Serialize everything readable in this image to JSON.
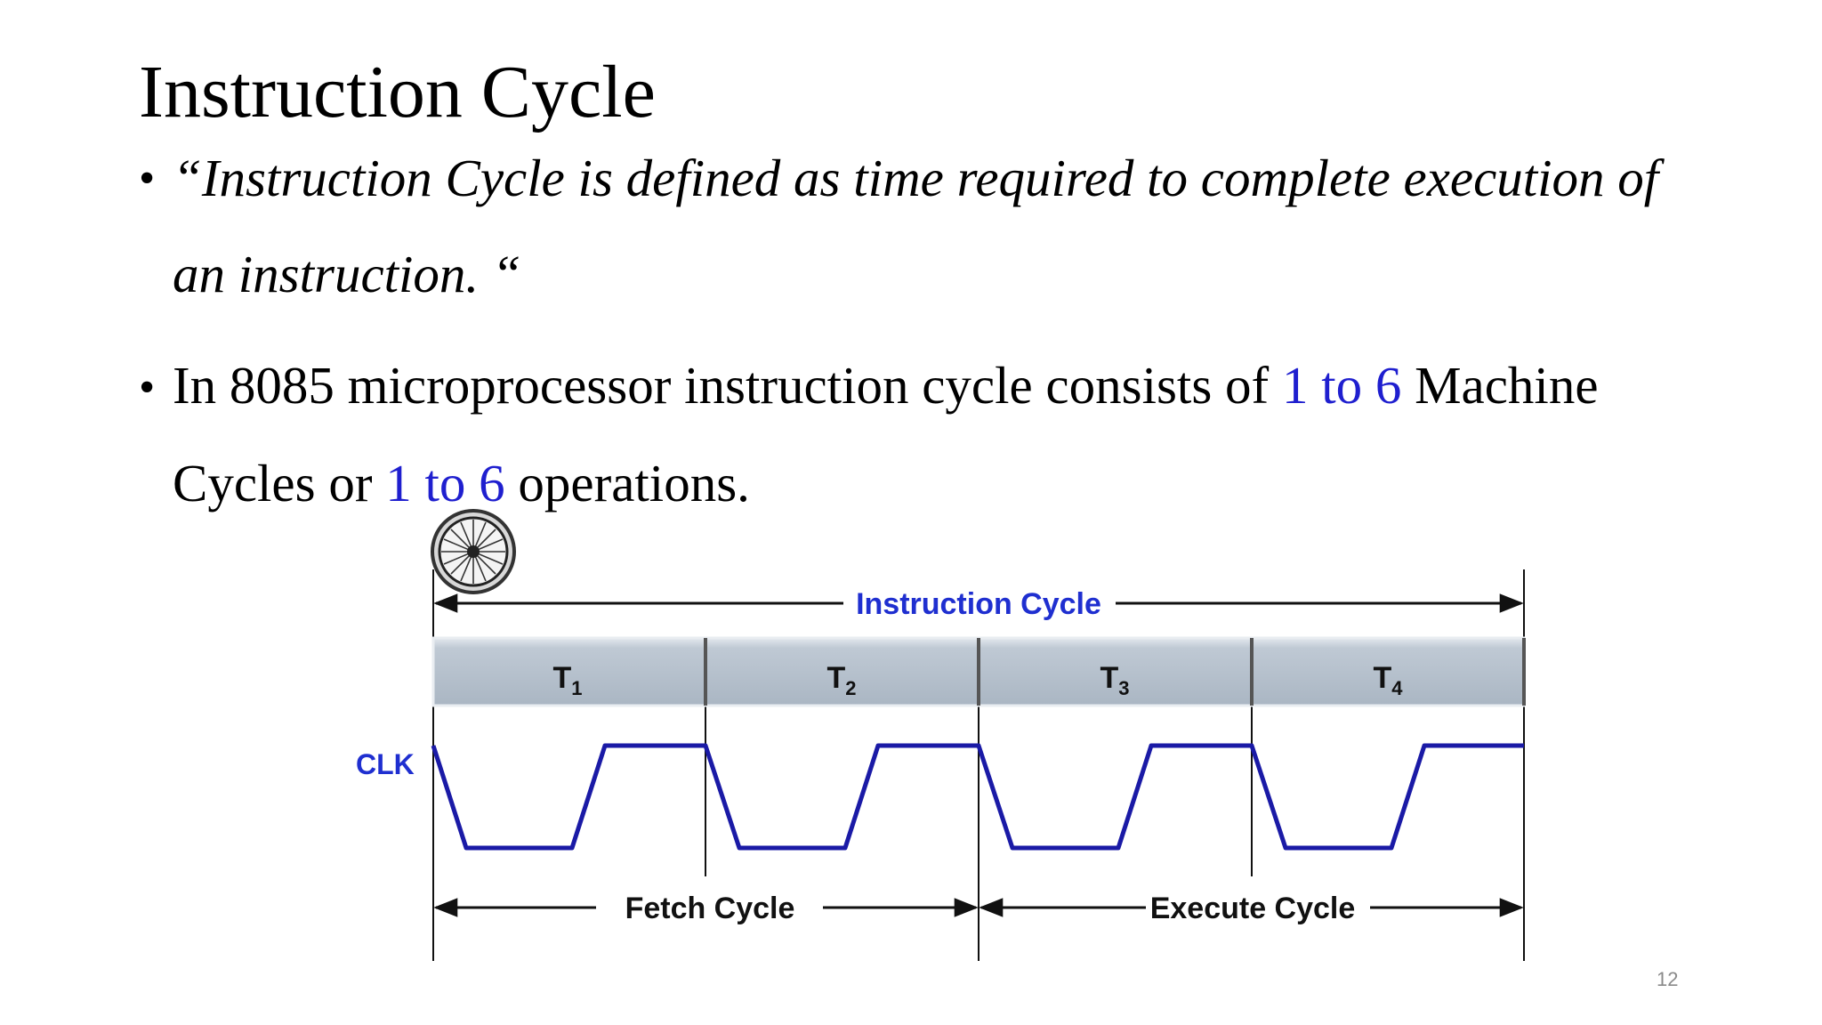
{
  "slide": {
    "title": "Instruction Cycle",
    "page_number": "12"
  },
  "bullets": [
    {
      "marker": "•",
      "line1": "“Instruction Cycle is defined as time required to complete execution of",
      "line2": "an instruction. “"
    },
    {
      "marker": "•",
      "line1_a": "In 8085 microprocessor instruction cycle consists of ",
      "line1_b": "1 to 6",
      "line1_c": " Machine",
      "line2_a": "Cycles or ",
      "line2_b": "1 to 6",
      "line2_c": " operations."
    }
  ],
  "diagram": {
    "top_label": "Instruction Cycle",
    "clock_label": "CLK",
    "t_states": [
      {
        "main": "T",
        "sub": "1"
      },
      {
        "main": "T",
        "sub": "2"
      },
      {
        "main": "T",
        "sub": "3"
      },
      {
        "main": "T",
        "sub": "4"
      }
    ],
    "fetch_label": "Fetch Cycle",
    "execute_label": "Execute Cycle",
    "icon": "wheel-icon",
    "colors": {
      "accent": "#1f1fcf",
      "t_state_bar": "#bcc7d2",
      "waveform": "#1a1aa6"
    }
  }
}
